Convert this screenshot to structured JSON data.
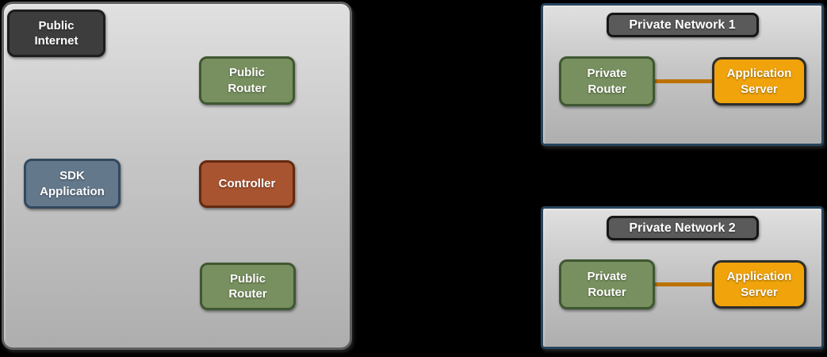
{
  "colors": {
    "background": "#000000",
    "panel_fill_top": "#e0e0e0",
    "panel_fill_bottom": "#aeaeae",
    "public_panel_border": "#5f5f5f",
    "private_panel_border": "#27455e",
    "dark_node_fill": "#3d3d3d",
    "dark_node_border": "#1d1d1d",
    "green_node_fill": "#78905f",
    "green_node_border": "#3f5831",
    "blue_node_fill": "#64788c",
    "blue_node_border": "#324a5e",
    "rust_node_fill": "#a85431",
    "rust_node_border": "#65290f",
    "orange_node_fill": "#f0a30a",
    "orange_node_border": "#2d2d2d",
    "network_title_fill": "#5a5a5a",
    "network_title_border": "#161616",
    "connector_line": "#bc7200",
    "node_text": "#ffffff"
  },
  "public_zone": {
    "nodes": {
      "public_internet": "Public Internet",
      "public_router_top": "Public Router",
      "sdk_application": "SDK Application",
      "controller": "Controller",
      "public_router_bottom": "Public Router"
    }
  },
  "private_network_1": {
    "title": "Private Network 1",
    "nodes": {
      "private_router": "Private Router",
      "application_server": "Application Server"
    }
  },
  "private_network_2": {
    "title": "Private Network 2",
    "nodes": {
      "private_router": "Private Router",
      "application_server": "Application Server"
    }
  }
}
